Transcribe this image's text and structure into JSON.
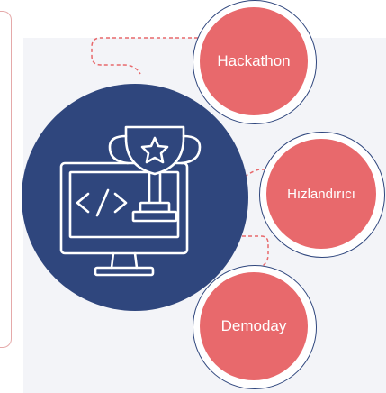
{
  "nodes": {
    "hackathon": {
      "label": "Hackathon"
    },
    "hizlandirici": {
      "label": "Hızlandırıcı"
    },
    "demoday": {
      "label": "Demoday"
    }
  },
  "hub": {
    "icon": "monitor-code-trophy-icon"
  },
  "colors": {
    "hub": "#2f467d",
    "node": "#e8696c",
    "connector": "#e8696c",
    "backdrop": "#f3f4f8"
  }
}
